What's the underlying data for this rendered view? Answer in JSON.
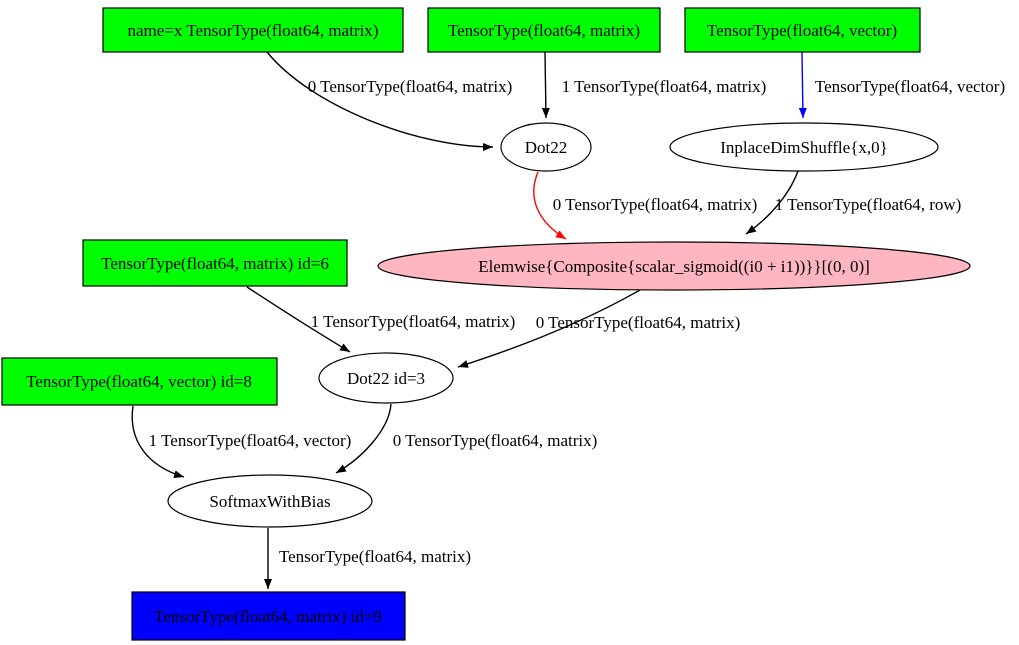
{
  "graph": {
    "nodes": {
      "input_x": "name=x TensorType(float64, matrix)",
      "input_matrix": "TensorType(float64, matrix)",
      "input_vector": "TensorType(float64, vector)",
      "dot22": "Dot22",
      "inplace_dimshuffle": "InplaceDimShuffle{x,0}",
      "elemwise_sigmoid": "Elemwise{Composite{scalar_sigmoid((i0 + i1))}}[(0, 0)]",
      "input_id6": "TensorType(float64, matrix) id=6",
      "dot22_id3": "Dot22 id=3",
      "input_id8": "TensorType(float64, vector) id=8",
      "softmax_with_bias": "SoftmaxWithBias",
      "output_id9": "TensorType(float64, matrix) id=9"
    },
    "edges": {
      "x_to_dot22": "0 TensorType(float64, matrix)",
      "matrix_to_dot22": "1 TensorType(float64, matrix)",
      "vector_to_dimshuffle": "TensorType(float64, vector)",
      "dot22_to_elemwise": "0 TensorType(float64, matrix)",
      "dimshuffle_to_elemwise": "1 TensorType(float64, row)",
      "id6_to_dot22id3": "1 TensorType(float64, matrix)",
      "elemwise_to_dot22id3": "0 TensorType(float64, matrix)",
      "id8_to_softmax": "1 TensorType(float64, vector)",
      "dot22id3_to_softmax": "0 TensorType(float64, matrix)",
      "softmax_to_output": "TensorType(float64, matrix)"
    },
    "colors": {
      "input_fill": "#00ff00",
      "elemwise_fill": "#ffb6c1",
      "output_fill": "#0000ff",
      "apply_fill": "#ffffff",
      "edge_default": "#000000",
      "edge_red": "#ff0000",
      "edge_blue": "#0000ff"
    }
  }
}
